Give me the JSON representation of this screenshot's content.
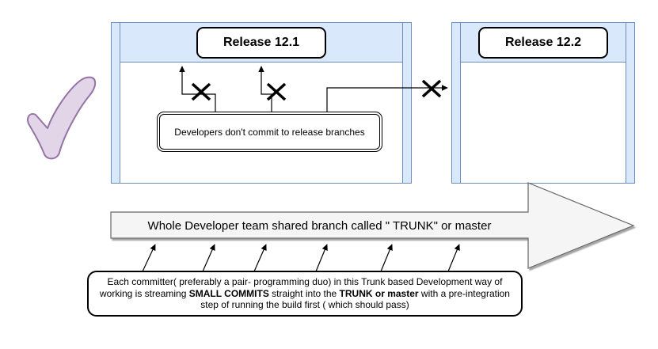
{
  "colors": {
    "lane_border": "#6c8ebf",
    "lane_fill": "#dae8fc",
    "check_fill": "#e1d5e7",
    "check_stroke": "#9673a6",
    "trunk_fill": "#f5f5f5",
    "trunk_stroke": "#666666",
    "line": "#000000"
  },
  "lanes": {
    "lane1_title": "Release 12.1",
    "lane2_title": "Release 12.2"
  },
  "note": {
    "text": "Developers don't commit to release branches"
  },
  "trunk": {
    "label": "Whole Developer team shared branch called \" TRUNK\" or master"
  },
  "caption": {
    "segments": [
      {
        "text": "Each committer( preferably  a pair- programming duo) in this Trunk based Development way of working is streaming ",
        "bold": false
      },
      {
        "text": "SMALL COMMITS",
        "bold": true
      },
      {
        "text": " straight into the ",
        "bold": false
      },
      {
        "text": "TRUNK or master",
        "bold": true
      },
      {
        "text": "  with a pre-integration step of running the build first ( which should pass)",
        "bold": false
      }
    ]
  },
  "icons": {
    "check": "check-mark",
    "blocked": "x-mark"
  }
}
